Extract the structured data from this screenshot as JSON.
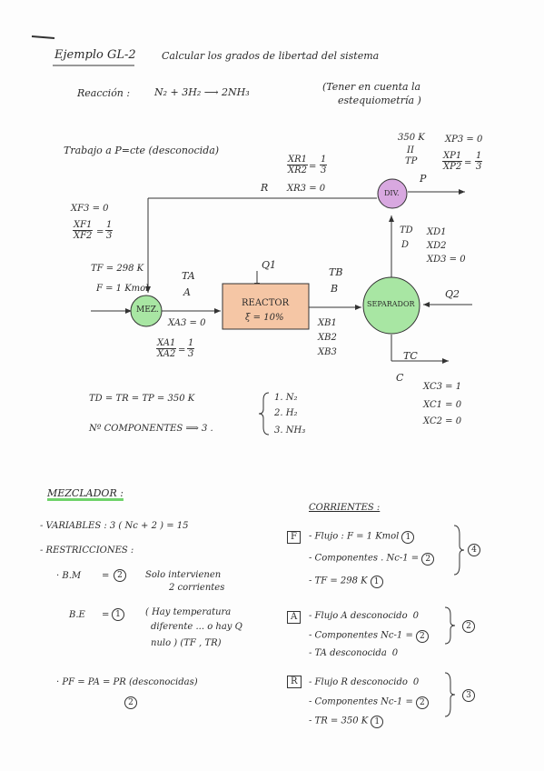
{
  "header": {
    "example": "Ejemplo GL-2",
    "task": "Calcular los grados de libertad del sistema",
    "reaction_label": "Reacción :",
    "reaction": "N₂ + 3H₂ ⟶ 2NH₃",
    "note1": "(Tener en cuenta la",
    "note2": "estequiometría )"
  },
  "diagram": {
    "work": "Trabajo a P=cte (desconocida)",
    "left": {
      "xf3": "XF3 = 0",
      "ratio_num": "XF1",
      "ratio_den": "XF2",
      "ratio_val_num": "1",
      "ratio_val_den": "3",
      "tf": "TF = 298 K",
      "f": "F = 1 Kmol"
    },
    "mixer": "MEZ.",
    "ta": "TA",
    "a": "A",
    "xa3": "XA3 = 0",
    "xa_num": "XA1",
    "xa_den": "XA2",
    "xa_val_num": "1",
    "xa_val_den": "3",
    "q1": "Q1",
    "reactor1": "REACTOR",
    "reactor2": "ξ = 10%",
    "tb": "TB",
    "b": "B",
    "xb1": "XB1",
    "xb2": "XB2",
    "xb3": "XB3",
    "separator": "SEPARADOR",
    "q2": "Q2",
    "r": "R",
    "xr_num": "XR1",
    "xr_den": "XR2",
    "xr_val_num": "1",
    "xr_val_den": "3",
    "xr3": "XR3 = 0",
    "div": "DIV.",
    "t350": "350 K",
    "tp_eq": "II",
    "tp": "TP",
    "p": "P",
    "xp3": "XP3 = 0",
    "xp_num": "XP1",
    "xp_den": "XP2",
    "xp_val_num": "1",
    "xp_val_den": "3",
    "td": "TD",
    "d": "D",
    "xd1": "XD1",
    "xd2": "XD2",
    "xd3": "XD3 = 0",
    "tc": "TC",
    "c": "C",
    "xc3": "XC3 = 1",
    "xc1": "XC1 = 0",
    "xc2": "XC2 = 0"
  },
  "summary": {
    "temps": "TD = TR = TP = 350 K",
    "ncomp": "Nº COMPONENTES ⟹ 3 .",
    "c1": "1. N₂",
    "c2": "2. H₂",
    "c3": "3. NH₃"
  },
  "mixer_section": {
    "heading": "MEZCLADOR :",
    "vars": "- VARIABLES : 3 ( Nc + 2 ) = 15",
    "restr": "- RESTRICCIONES :",
    "bm_label": "· B.M",
    "bm_eq": "=",
    "bm_num": "2",
    "bm_text1": "Solo intervienen",
    "bm_text2": "2 corrientes",
    "be_label": "B.E",
    "be_eq": "=",
    "be_num": "1",
    "be_text1": "( Hay temperatura",
    "be_text2": "diferente ... o hay Q",
    "be_text3": "nulo ) (TF , TR)",
    "p_eq": "· PF = PA = PR (desconocidas)",
    "p_num": "2"
  },
  "currents": {
    "heading": "CORRIENTES :",
    "f_label": "F",
    "f1": "- Flujo : F = 1 Kmol",
    "f1_n": "1",
    "f2": "- Componentes . Nc-1 =",
    "f2_n": "2",
    "f3": "- TF = 298 K",
    "f3_n": "1",
    "f_total": "4",
    "a_label": "A",
    "a1": "- Flujo A desconocido",
    "a1_n": "0",
    "a2": "- Componentes Nc-1 =",
    "a2_n": "2",
    "a3": "- TA desconocida",
    "a3_n": "0",
    "a_total": "2",
    "r_label": "R",
    "r1": "- Flujo R desconocido",
    "r1_n": "0",
    "r2": "- Componentes Nc-1 =",
    "r2_n": "2",
    "r3": "- TR = 350 K",
    "r3_n": "1",
    "r_total": "3"
  },
  "colors": {
    "mixer": "#a8e6a3",
    "reactor": "#f5c6a5",
    "separator": "#a8e6a3",
    "divider": "#d8a8e0"
  }
}
